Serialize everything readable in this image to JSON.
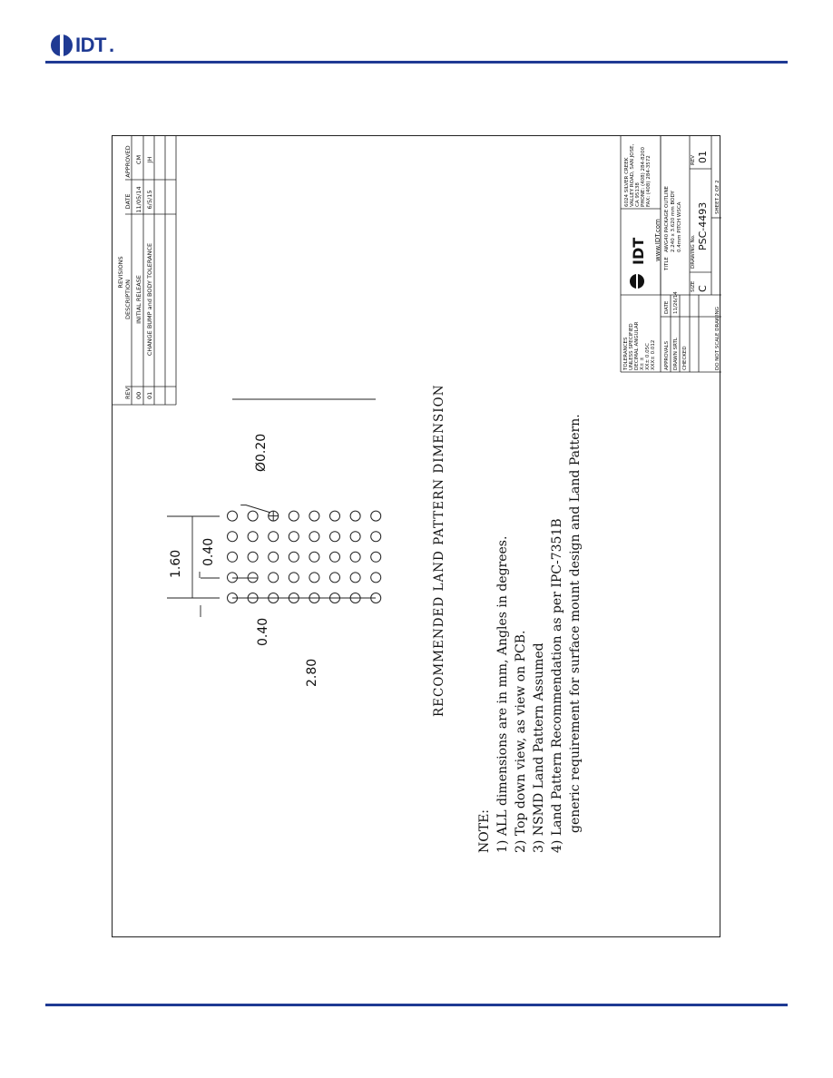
{
  "header": {
    "logo_text": "IDT",
    "logo_suffix": "."
  },
  "revisions": {
    "title": "REVISIONS",
    "columns": [
      "REV",
      "DESCRIPTION",
      "DATE",
      "APPROVED"
    ],
    "rows": [
      {
        "rev": "00",
        "description": "INITIAL RELEASE",
        "date": "11/05/14",
        "approved": "CM"
      },
      {
        "rev": "01",
        "description": "CHANGE BUMP and BODY TOLERANCE",
        "date": "6/5/15",
        "approved": "JH"
      }
    ]
  },
  "drawing": {
    "dim_pitch_top": "0.40",
    "dim_span_top": "1.60",
    "dim_pitch_side": "0.40",
    "dim_span_side": "2.80",
    "dim_ball": "Ø0.20",
    "title": "RECOMMENDED LAND PATTERN DIMENSION",
    "grid": {
      "rows": 8,
      "cols": 5
    }
  },
  "notes": {
    "heading": "NOTE:",
    "items": [
      "1)  ALL dimensions are in mm, Angles in degrees.",
      "2)  Top down view, as view on PCB.",
      "3)  NSMD Land Pattern Assumed",
      "4)  Land Pattern Recommendation as per IPC-7351B",
      "generic requirement for surface mount design and Land Pattern."
    ]
  },
  "title_block": {
    "tolerances": [
      "TOLERANCES",
      "UNLESS SPECIFIED",
      "DECIMAL      ANGULAR",
      "X±       ±",
      "XX±  0.05C",
      "XXX±  0.012"
    ],
    "approvals_label": "APPROVALS",
    "date_label": "DATE",
    "drawn_label": "DRAWN SRTL",
    "drawn_date": "11/26/14",
    "checked_label": "CHECKED",
    "company_logo": "IDT",
    "address": [
      "6024 SILVER CREEK",
      "VALLEY ROAD, SAN JOSE,",
      "CA 95138",
      "PHONE: (408) 284-8200",
      "FAX: (408) 284-3572"
    ],
    "website": "www.IDT.com",
    "title_label": "TITLE",
    "title_lines": [
      "AWG40 PACKAGE OUTLINE",
      "2.240 x 3.620 mm BODY",
      "0.4mm PITCH WSCA"
    ],
    "size_label": "SIZE",
    "size_value": "C",
    "drawing_no_label": "DRAWING No.",
    "drawing_no": "PSC-4493",
    "rev_label": "REV",
    "rev_value": "01",
    "scale_note": "DO NOT SCALE DRAWING",
    "sheet": "SHEET 2 OF 2"
  }
}
